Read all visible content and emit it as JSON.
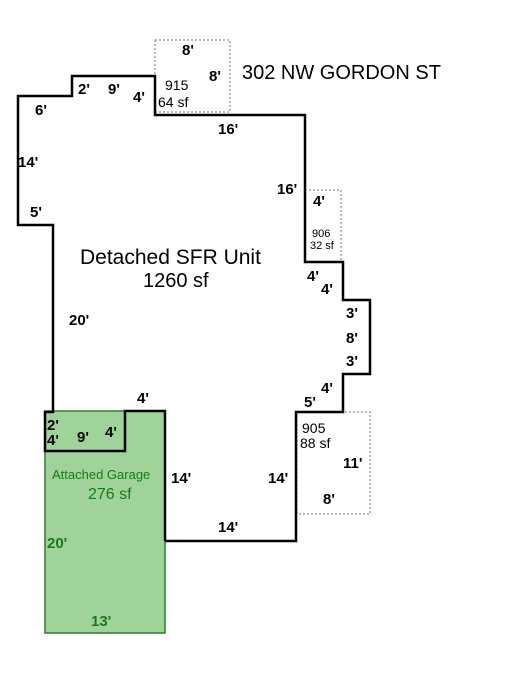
{
  "address": "302 NW GORDON ST",
  "main_unit": {
    "name": "Detached SFR Unit",
    "area": "1260 sf"
  },
  "garage": {
    "name": "Attached Garage",
    "area": "276 sf",
    "dims": {
      "left": "20'",
      "bottom": "13'"
    }
  },
  "annex_915": {
    "id": "915",
    "area": "64 sf",
    "dims": {
      "top": "8'",
      "right": "8'"
    }
  },
  "annex_906": {
    "id": "906",
    "area": "32 sf",
    "dims": {
      "top": "4'"
    }
  },
  "annex_905": {
    "id": "905",
    "area": "88 sf",
    "dims": {
      "right": "11'",
      "bottom": "8'"
    }
  },
  "dimensions": {
    "d6": "6'",
    "d2a": "2'",
    "d9a": "9'",
    "d4a": "4'",
    "d16top": "16'",
    "d14left": "14'",
    "d5left": "5'",
    "d16right": "16'",
    "d20": "20'",
    "d4b": "4'",
    "d4c": "4'",
    "d3a": "3'",
    "d8": "8'",
    "d3b": "3'",
    "d4d": "4'",
    "d5b": "5'",
    "d4garage": "4'",
    "d2b": "2'",
    "d4e": "4'",
    "d9b": "9'",
    "d4f": "4'",
    "d14g": "14'",
    "d14r": "14'",
    "d14bottom": "14'"
  },
  "colors": {
    "garage_fill": "#9fd39a",
    "garage_text": "#1a7a1a",
    "outline": "#000000",
    "annex_outline": "#777777"
  }
}
